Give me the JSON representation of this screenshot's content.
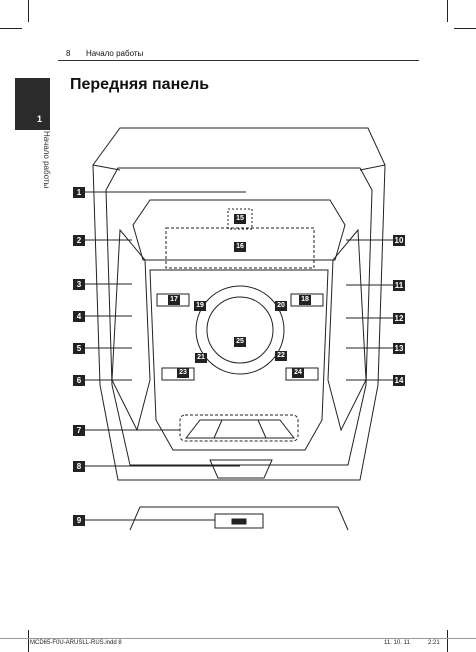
{
  "header": {
    "page_number": "8",
    "section": "Начало работы"
  },
  "side_tab": {
    "chapter": "1",
    "label": "Начало работы"
  },
  "title": "Передняя панель",
  "callouts": {
    "c1": "1",
    "c2": "2",
    "c3": "3",
    "c4": "4",
    "c5": "5",
    "c6": "6",
    "c7": "7",
    "c8": "8",
    "c9": "9",
    "c10": "10",
    "c11": "11",
    "c12": "12",
    "c13": "13",
    "c14": "14",
    "c15": "15",
    "c16": "16",
    "c17": "17",
    "c18": "18",
    "c19": "19",
    "c20": "20",
    "c21": "21",
    "c22": "22",
    "c23": "23",
    "c24": "24",
    "c25": "25"
  },
  "footer": {
    "file": "MCD65-F0U-ARUSLL-RUS.indd   8",
    "date": "11. 10. 11",
    "time": "2:21"
  }
}
